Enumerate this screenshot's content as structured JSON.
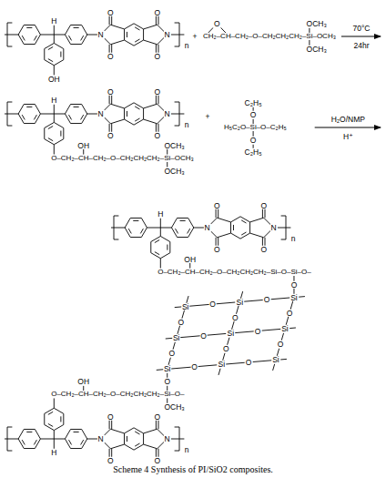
{
  "diagram": {
    "caption": "Scheme 4 Synthesis of PI/SiO2 composites.",
    "labels": [
      "H",
      "O",
      "O",
      "N",
      "N",
      "O",
      "O",
      "n",
      "OH",
      "+",
      "O",
      "CH₂–CH–CH₂–O–CH₂CH₂CH₂–Si–OCH₃",
      "OCH₃",
      "OCH₃",
      "70°C",
      "24hr",
      "H",
      "O",
      "O",
      "N",
      "N",
      "O",
      "O",
      "n",
      "O–CH₂–CH–CH₂–O–CH₂CH₂CH₂–Si–OCH₃",
      "OH",
      "OCH₃",
      "OCH₃",
      "+",
      "C₂H₅",
      "O",
      "H₅C₂O–Si–O–C₂H₅",
      "O",
      "C₂H₅",
      "H₂O/NMP",
      "H⁺",
      "H",
      "O",
      "O",
      "N",
      "N",
      "O",
      "O",
      "n",
      "O–CH₂–CH–CH₂–O–CH₂CH₂CH₂–Si–O–Si–O–",
      "OH",
      "O",
      "Si",
      "Si",
      "Si",
      "Si",
      "Si",
      "Si",
      "Si",
      "Si",
      "Si",
      "O",
      "O",
      "O",
      "O",
      "O",
      "O",
      "O",
      "O",
      "O",
      "O",
      "O",
      "O",
      "O–CH₂–CH–CH₂–O–CH₂CH₂CH₂–Si–O–",
      "OH",
      "O",
      "OCH₃",
      "H",
      "O",
      "O",
      "N",
      "N",
      "O",
      "O",
      "n"
    ]
  }
}
